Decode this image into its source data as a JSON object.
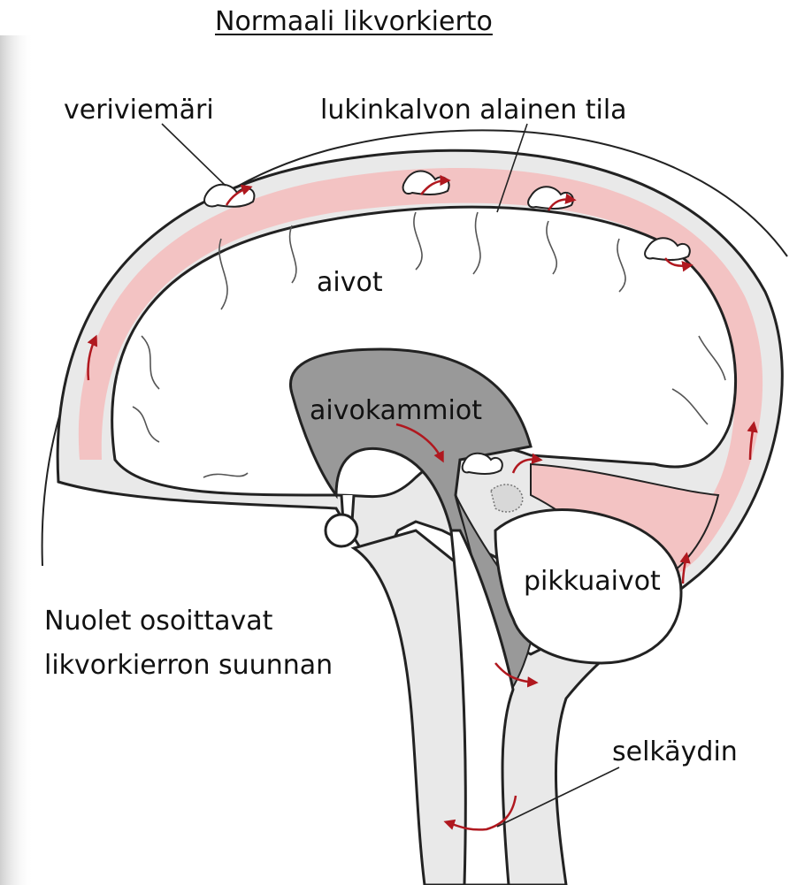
{
  "title": "Normaali likvorkierto",
  "labels": {
    "sinus": "veriviemäri",
    "subarachnoid": "lukinkalvon alainen tila",
    "brain": "aivot",
    "ventricles": "aivokammiot",
    "cerebellum": "pikkuaivot",
    "spinal_cord": "selkäydin"
  },
  "note": {
    "line1": "Nuolet osoittavat",
    "line2": "likvorkierron suunnan"
  },
  "colors": {
    "csf_space": "#f3c3c3",
    "tissue": "#e9e9e9",
    "ventricle": "#999999",
    "outline": "#222222",
    "arrow": "#b0181f",
    "scan_shadow": "#dcdcdc"
  }
}
